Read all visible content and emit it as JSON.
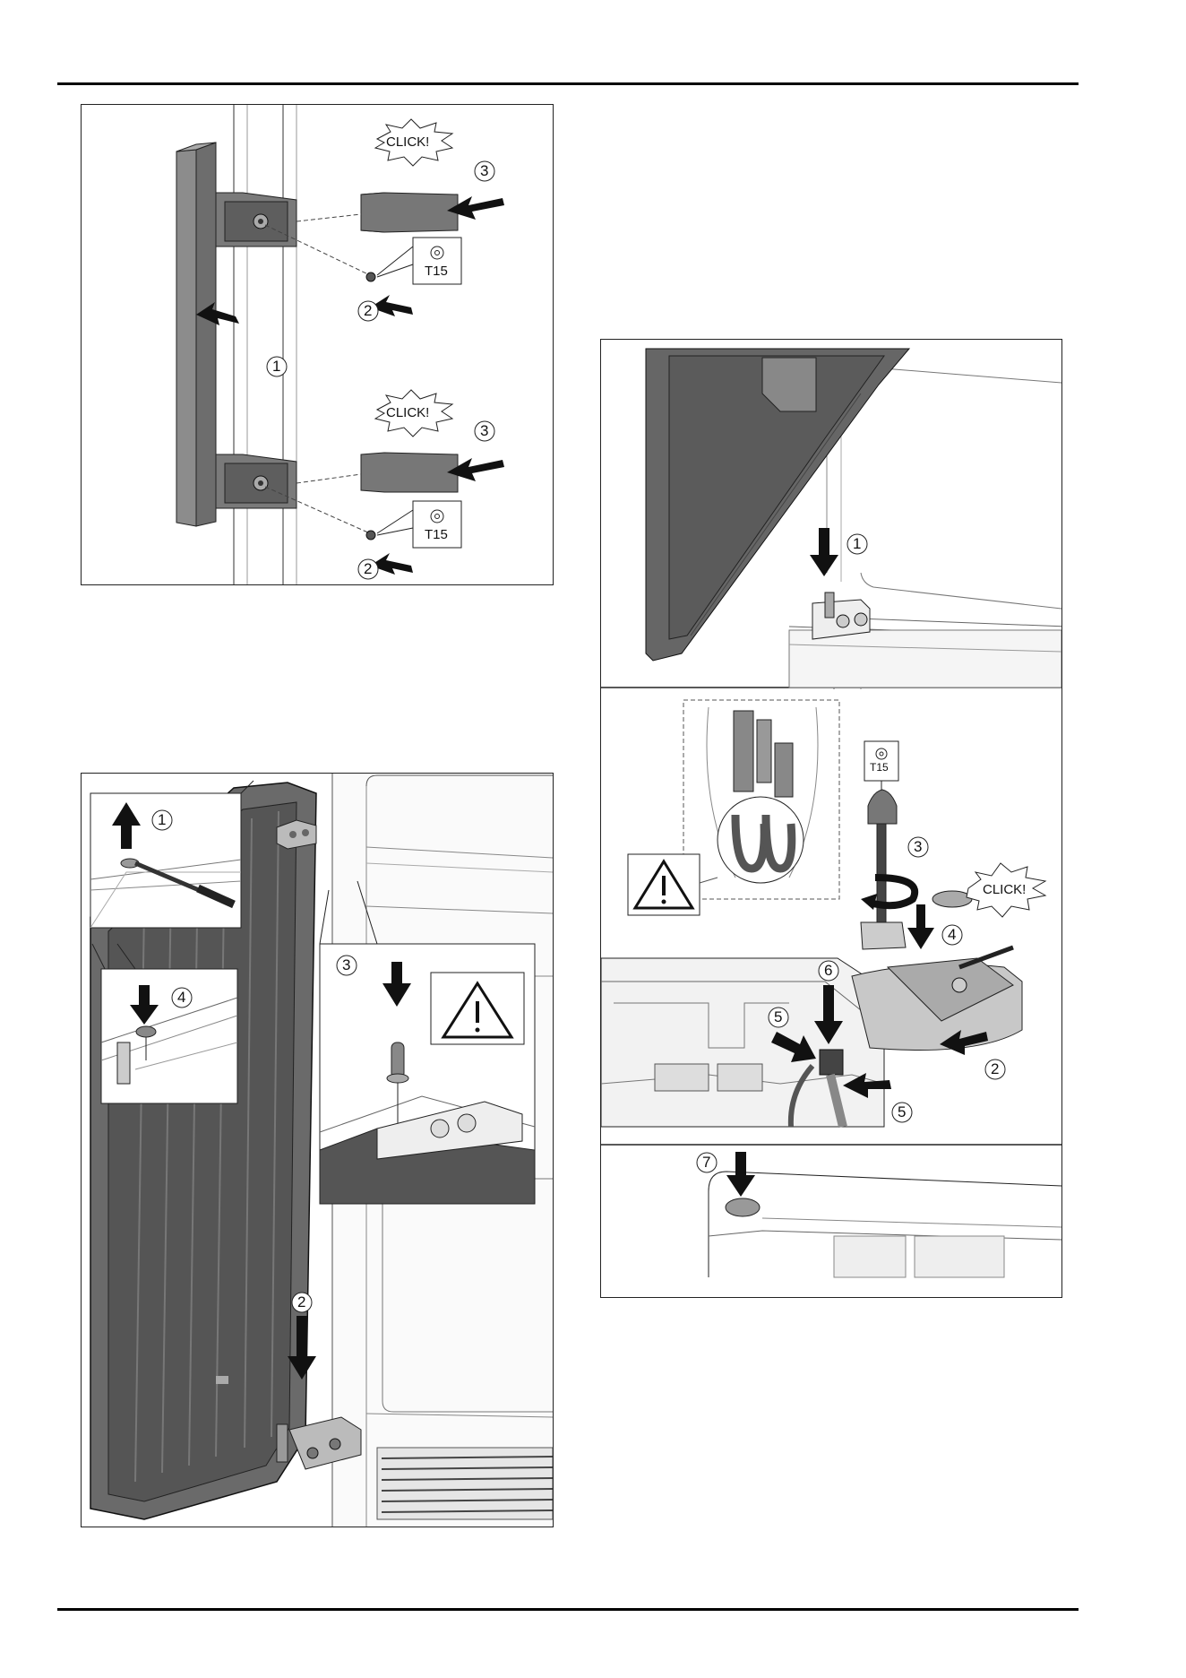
{
  "fig1": {
    "click_top": "CLICK!",
    "click_bottom": "CLICK!",
    "tool_top": "T15",
    "tool_bottom": "T15",
    "n1": "1",
    "n2a": "2",
    "n2b": "2",
    "n3a": "3",
    "n3b": "3"
  },
  "fig2": {
    "n1": "1",
    "n2": "2",
    "n3": "3",
    "n4": "4"
  },
  "fig3": {
    "n1": "1"
  },
  "fig4": {
    "tool": "T15",
    "click": "CLICK!",
    "n2": "2",
    "n3": "3",
    "n4": "4",
    "n5a": "5",
    "n5b": "5",
    "n6": "6",
    "n7": "7"
  },
  "icons": [
    "warning-icon",
    "torx-icon",
    "arrow-icon",
    "screwdriver-icon"
  ]
}
